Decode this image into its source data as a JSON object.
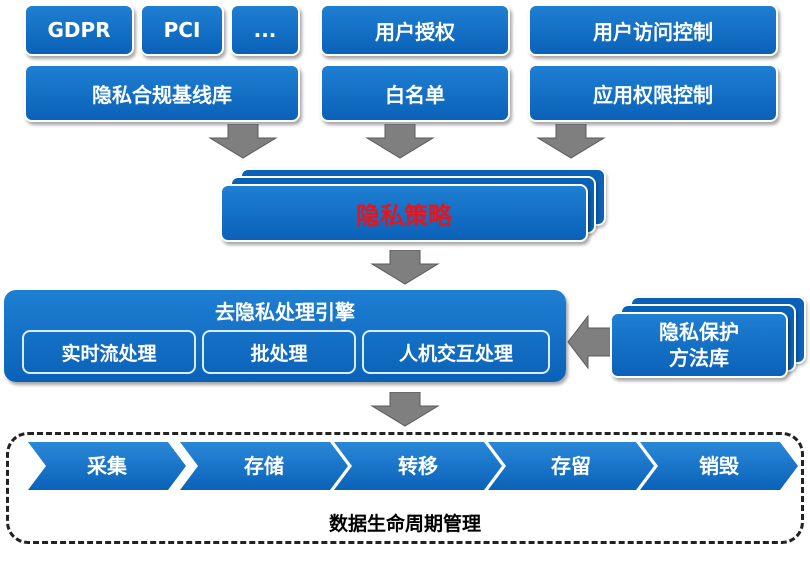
{
  "sources": {
    "compliance": {
      "items": [
        "GDPR",
        "PCI",
        "..."
      ],
      "base": "隐私合规基线库"
    },
    "authorization": {
      "top": "用户授权",
      "base": "白名单"
    },
    "access": {
      "top": "用户访问控制",
      "base": "应用权限控制"
    }
  },
  "policy": {
    "label": "隐私策略",
    "color": "#e8141b"
  },
  "engine": {
    "title": "去隐私处理引擎",
    "modes": [
      "实时流处理",
      "批处理",
      "人机交互处理"
    ]
  },
  "methods": {
    "line1": "隐私保护",
    "line2": "方法库"
  },
  "lifecycle": {
    "stages": [
      "采集",
      "存储",
      "转移",
      "存留",
      "销毁"
    ],
    "title": "数据生命周期管理"
  },
  "colors": {
    "box": "#0a62b8",
    "arrow": "#7f7f7f",
    "border": "#222222"
  }
}
